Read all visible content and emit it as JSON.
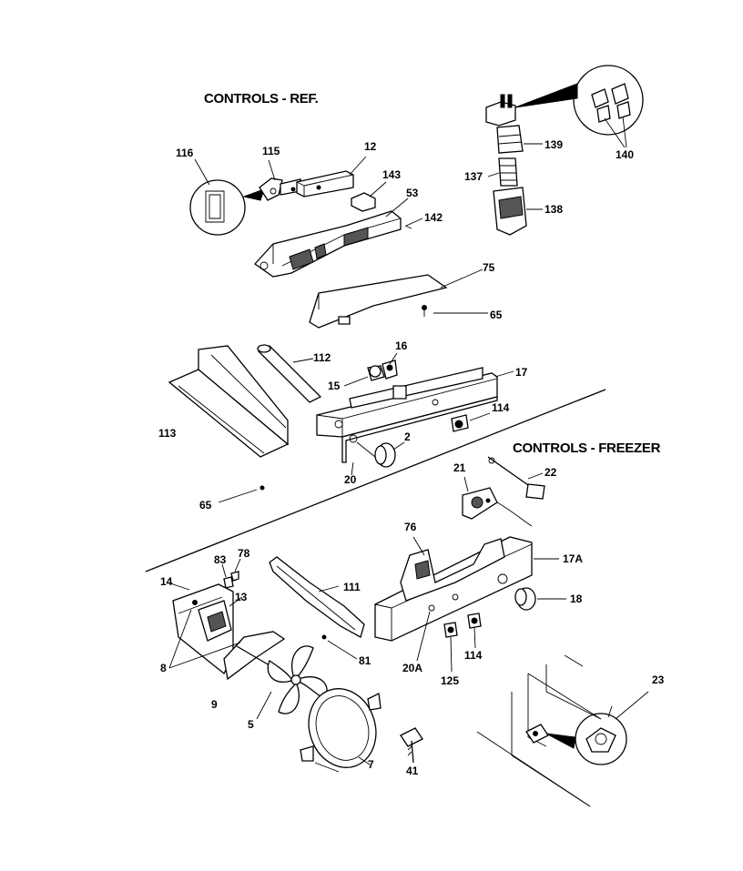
{
  "diagram": {
    "sections": {
      "ref": "CONTROLS - REF.",
      "freezer": "CONTROLS - FREEZER"
    },
    "parts": {
      "p116": "116",
      "p115": "115",
      "p12": "12",
      "p143": "143",
      "p53": "53",
      "p142": "142",
      "p139": "139",
      "p140": "140",
      "p137": "137",
      "p138": "138",
      "p75": "75",
      "p65a": "65",
      "p16": "16",
      "p112": "112",
      "p15": "15",
      "p17": "17",
      "p114a": "114",
      "p113": "113",
      "p2": "2",
      "p20": "20",
      "p65b": "65",
      "p21": "21",
      "p22": "22",
      "p76": "76",
      "p17a": "17A",
      "p18": "18",
      "p20a": "20A",
      "p125": "125",
      "p114b": "114",
      "p83": "83",
      "p78": "78",
      "p14": "14",
      "p13": "13",
      "p111": "111",
      "p8": "8",
      "p81": "81",
      "p9": "9",
      "p5": "5",
      "p41": "41",
      "p7": "7",
      "p23": "23"
    }
  }
}
